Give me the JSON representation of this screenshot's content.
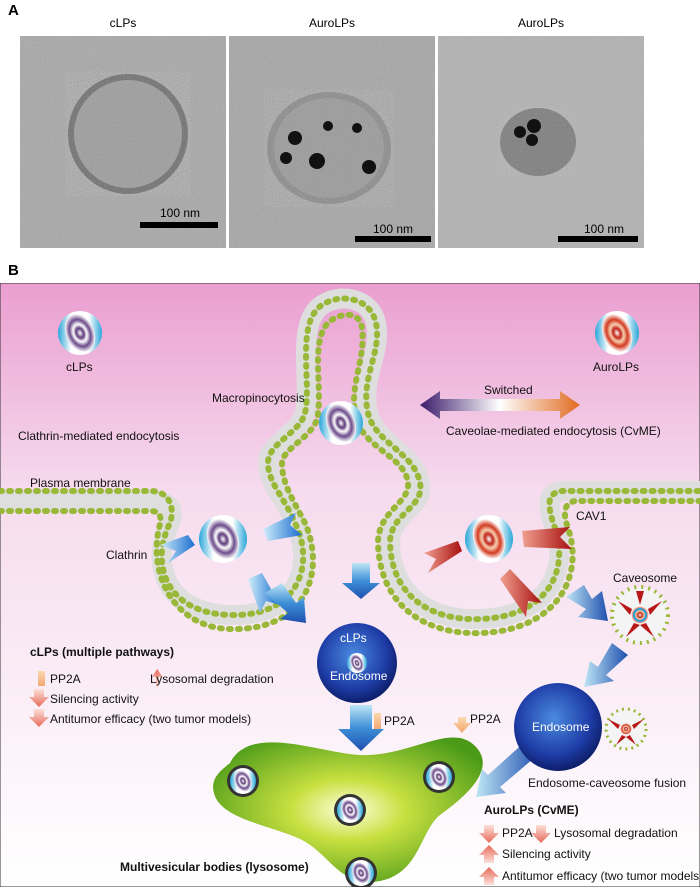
{
  "panel_a": {
    "letter": "A",
    "images": [
      {
        "title": "cLPs",
        "scale": "100 nm"
      },
      {
        "title": "AuroLPs",
        "scale": "100 nm"
      },
      {
        "title": "AuroLPs",
        "scale": "100 nm"
      }
    ]
  },
  "panel_b": {
    "letter": "B",
    "labels": {
      "clps_top": "cLPs",
      "aurolps_top": "AuroLPs",
      "macropinocytosis": "Macropinocytosis",
      "switched": "Switched",
      "clathrin_mediated": "Clathrin-mediated endocytosis",
      "caveolae_mediated": "Caveolae-mediated endocytosis (CvME)",
      "plasma_membrane": "Plasma membrane",
      "clathrin": "Clathrin",
      "cav1": "CAV1",
      "caveosome": "Caveosome",
      "clps_endosome_top": "cLPs",
      "endosome_left": "Endosome",
      "endosome_right": "Endosome",
      "pp2a_center": "PP2A",
      "pp2a_right": "PP2A",
      "endosome_caveosome_fusion": "Endosome-caveosome fusion",
      "multivesicular": "Multivesicular bodies (lysosome)"
    },
    "clps_summary": {
      "title": "cLPs (multiple pathways)",
      "items": {
        "pp2a": "PP2A",
        "lysosomal": "Lysosomal degradation",
        "silencing": "Silencing activity",
        "antitumor": "Antitumor efficacy (two tumor models)"
      }
    },
    "aurolps_summary": {
      "title": "AuroLPs (CvME)",
      "items": {
        "pp2a": "PP2A",
        "lysosomal": "Lysosomal degradation",
        "silencing": "Silencing activity",
        "antitumor": "Antitumor efficacy (two tumor models)"
      }
    }
  }
}
